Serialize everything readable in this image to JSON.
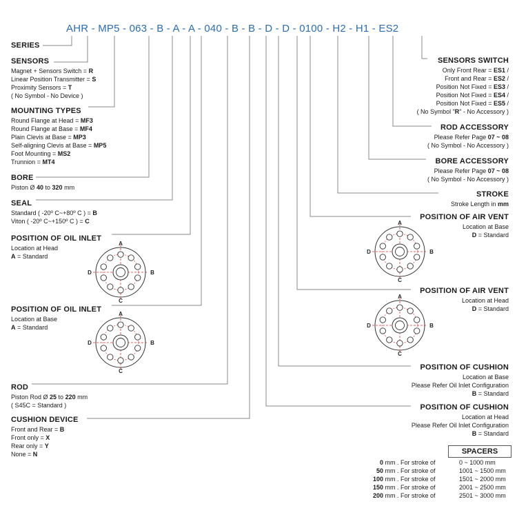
{
  "model_code": [
    "AH",
    "R",
    "MP5",
    "063",
    "B",
    "A",
    "A",
    "040",
    "B",
    "B",
    "D",
    "D",
    "0100",
    "H2",
    "H1",
    "ES2"
  ],
  "left": {
    "series": {
      "title": "SERIES"
    },
    "sensors": {
      "title": "SENSORS",
      "lines": [
        {
          "text": "Magnet + Sensors Switch = ",
          "code": "R"
        },
        {
          "text": "Linear Position Transmitter = ",
          "code": "S"
        },
        {
          "text": "Proximity Sensors = ",
          "code": "T"
        },
        {
          "text": "( No Symbol - No Device )",
          "code": ""
        }
      ]
    },
    "mounting": {
      "title": "MOUNTING TYPES",
      "lines": [
        {
          "text": "Round Flange at Head = ",
          "code": "MF3"
        },
        {
          "text": "Round Flange at Base = ",
          "code": "MF4"
        },
        {
          "text": "Plain Clevis at Base = ",
          "code": "MP3"
        },
        {
          "text": "Self-aligning Clevis at Base = ",
          "code": "MP5"
        },
        {
          "text": "Foot Mounting = ",
          "code": "MS2"
        },
        {
          "text": "Trunnion = ",
          "code": "MT4"
        }
      ]
    },
    "bore": {
      "title": "BORE",
      "pre": "Piston Ø ",
      "a": "40",
      "mid": " to ",
      "b": "320",
      "post": " mm"
    },
    "seal": {
      "title": "SEAL",
      "lines": [
        {
          "text": "Standard ( -20º C~+80º C ) = ",
          "code": "B"
        },
        {
          "text": "Viton ( -20º C~+150º C ) = ",
          "code": "C"
        }
      ]
    },
    "oil_head": {
      "title": "POSITION OF OIL INLET",
      "lines": [
        {
          "text": "Location at Head",
          "code": ""
        },
        {
          "text": "",
          "code": "A",
          "post": " = Standard"
        }
      ]
    },
    "oil_base": {
      "title": "POSITION OF OIL INLET",
      "lines": [
        {
          "text": "Location at Base",
          "code": ""
        },
        {
          "text": "",
          "code": "A",
          "post": " = Standard"
        }
      ]
    },
    "rod": {
      "title": "ROD",
      "pre": "Piston Rod Ø ",
      "a": "25",
      "mid": " to ",
      "b": "220",
      "post": " mm",
      "note": "( S45C = Standard )"
    },
    "cushion_device": {
      "title": "CUSHION DEVICE",
      "lines": [
        {
          "text": "Front and Rear = ",
          "code": "B"
        },
        {
          "text": "Front only = ",
          "code": "X"
        },
        {
          "text": "Rear only = ",
          "code": "Y"
        },
        {
          "text": "None = ",
          "code": "N"
        }
      ]
    }
  },
  "right": {
    "sensors_switch": {
      "title": "SENSORS SWITCH",
      "lines": [
        {
          "text": "Only Front Rear = ",
          "code": "ES1",
          "post": " /"
        },
        {
          "text": "Front and Rear = ",
          "code": "ES2",
          "post": " /"
        },
        {
          "text": "Position Not Fixed = ",
          "code": "ES3",
          "post": " /"
        },
        {
          "text": "Position Not Fixed = ",
          "code": "ES4",
          "post": " /"
        },
        {
          "text": "Position Not Fixed = ",
          "code": "ES5",
          "post": " /"
        },
        {
          "text": "( No Symbol \"",
          "code": "R",
          "post": "\" - No Accessory )"
        }
      ]
    },
    "rod_accessory": {
      "title": "ROD ACCESSORY",
      "lines": [
        {
          "text": "Please Refer Page ",
          "code": "07 ~ 08"
        },
        {
          "text": "( No Symbol  - No Accessory )",
          "code": ""
        }
      ]
    },
    "bore_accessory": {
      "title": "BORE ACCESSORY",
      "lines": [
        {
          "text": "Please Refer Page ",
          "code": "07 ~ 08"
        },
        {
          "text": "( No Symbol  - No Accessory )",
          "code": ""
        }
      ]
    },
    "stroke": {
      "title": "STROKE",
      "lines": [
        {
          "text": "Stroke Length in ",
          "code": "mm"
        }
      ]
    },
    "air_base": {
      "title": "POSITION OF AIR VENT",
      "lines": [
        {
          "text": "Location at Base",
          "code": ""
        },
        {
          "text": "",
          "code": "D",
          "post": " = Standard"
        }
      ]
    },
    "air_head": {
      "title": "POSITION OF AIR VENT",
      "lines": [
        {
          "text": "Location at Head",
          "code": ""
        },
        {
          "text": "",
          "code": "D",
          "post": " = Standard"
        }
      ]
    },
    "cushion_base": {
      "title": "POSITION OF CUSHION",
      "lines": [
        {
          "text": "Location at Base",
          "code": ""
        },
        {
          "text": "Please Refer Oil Inlet Configuration",
          "code": ""
        },
        {
          "text": "",
          "code": "B",
          "post": " = Standard"
        }
      ]
    },
    "cushion_head": {
      "title": "POSITION OF CUSHION",
      "lines": [
        {
          "text": "Location at Head",
          "code": ""
        },
        {
          "text": "Please Refer Oil Inlet Configuration",
          "code": ""
        },
        {
          "text": "",
          "code": "B",
          "post": " = Standard"
        }
      ]
    }
  },
  "flange_labels": {
    "top": "A",
    "right": "B",
    "bottom": "C",
    "left": "D"
  },
  "spacers": {
    "title": "SPACERS",
    "unit_text": "mm . For stroke of",
    "rows": [
      {
        "value": "0",
        "range": "0 ~ 1000 mm"
      },
      {
        "value": "50",
        "range": "1001 ~ 1500 mm"
      },
      {
        "value": "100",
        "range": "1501 ~ 2000 mm"
      },
      {
        "value": "150",
        "range": "2001 ~ 2500 mm"
      },
      {
        "value": "200",
        "range": "2501 ~ 3000 mm"
      }
    ]
  }
}
